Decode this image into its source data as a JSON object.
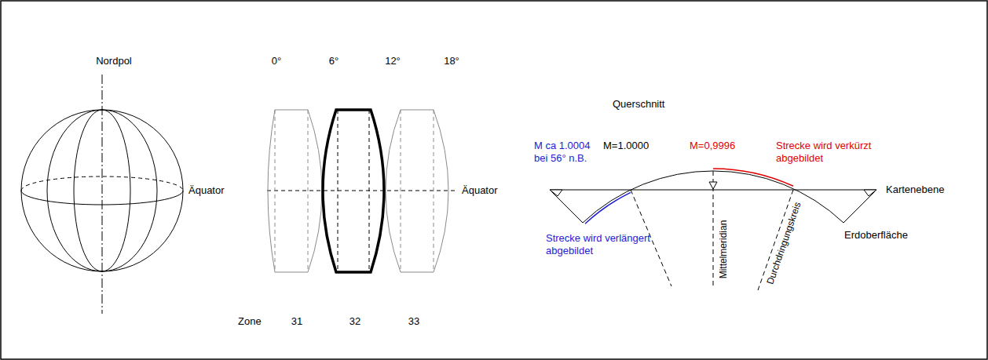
{
  "diagram": {
    "labels": [
      "Nordpol",
      "Äquator",
      "0°",
      "6°",
      "12°",
      "18°",
      "Äquator",
      "Zone",
      "31",
      "32",
      "33",
      "Querschnitt",
      "M ca 1.0004 bei 56° n.B.",
      "M=1.0000",
      "M=0,9996",
      "Strecke wird verkürzt abgebildet",
      "Kartenebene",
      "Strecke wird verlängert abgebildet",
      "Erdoberfläche",
      "Mittelmeridian",
      "Durchdringungskreis"
    ]
  }
}
